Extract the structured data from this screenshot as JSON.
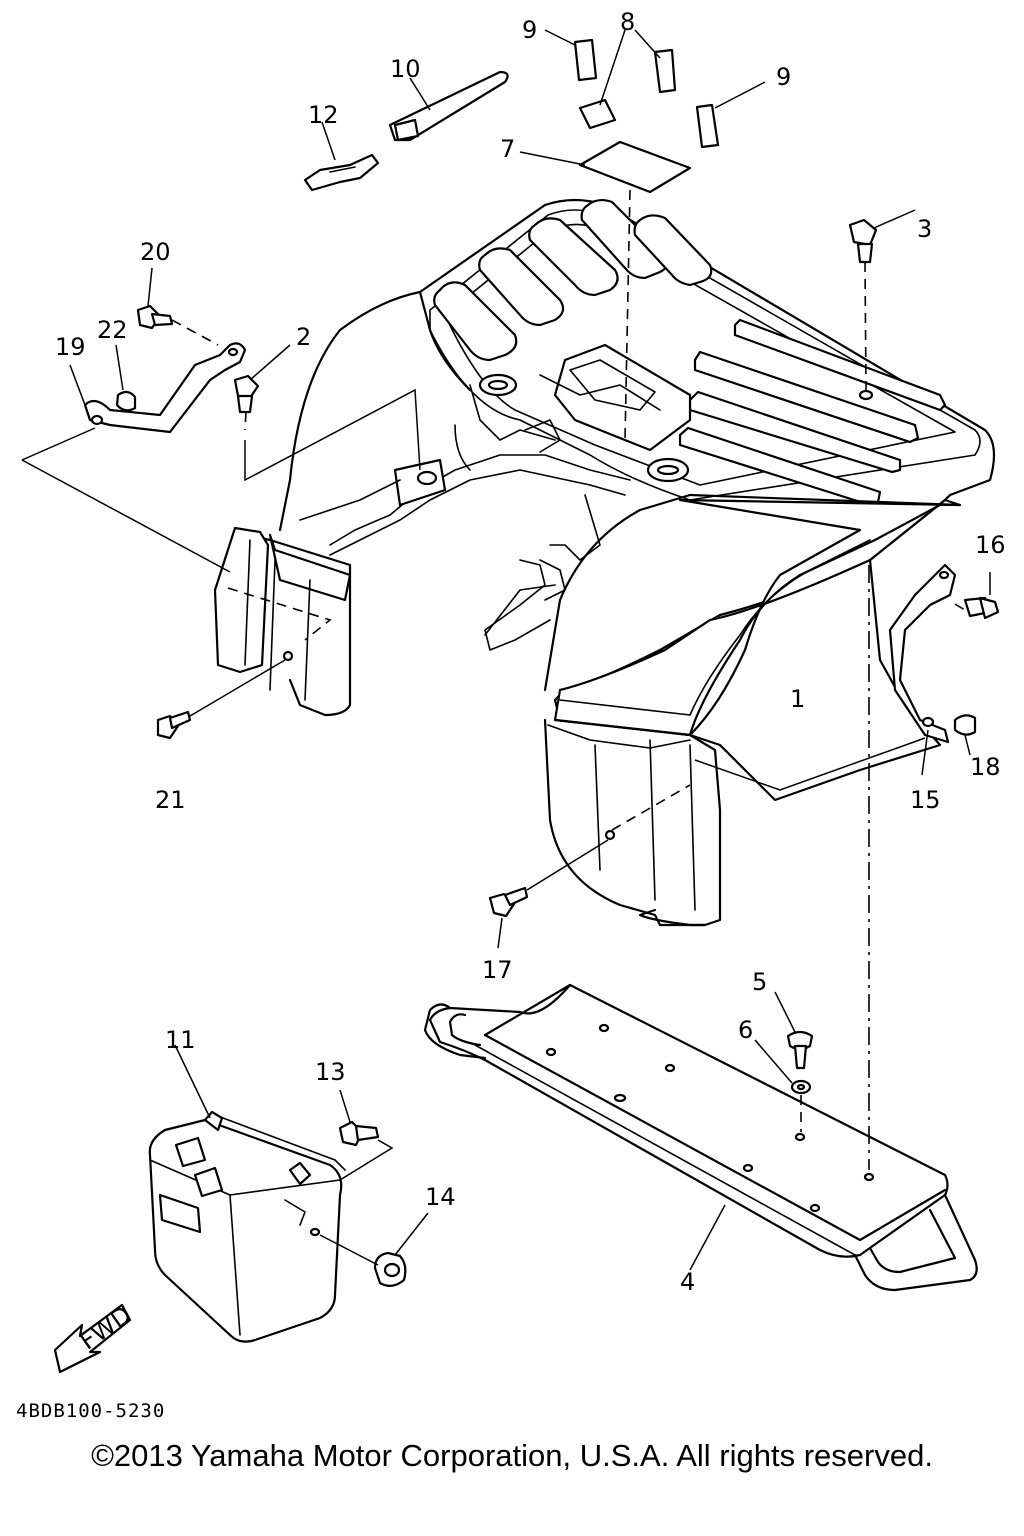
{
  "callouts": [
    "1",
    "2",
    "3",
    "4",
    "5",
    "6",
    "7",
    "8",
    "9",
    "9",
    "10",
    "11",
    "12",
    "13",
    "14",
    "15",
    "16",
    "17",
    "18",
    "19",
    "20",
    "21",
    "22"
  ],
  "fwd_label": "FWD",
  "diagram_code": "4BDB100-5230",
  "copyright": "©2013 Yamaha Motor Corporation, U.S.A. All rights reserved."
}
